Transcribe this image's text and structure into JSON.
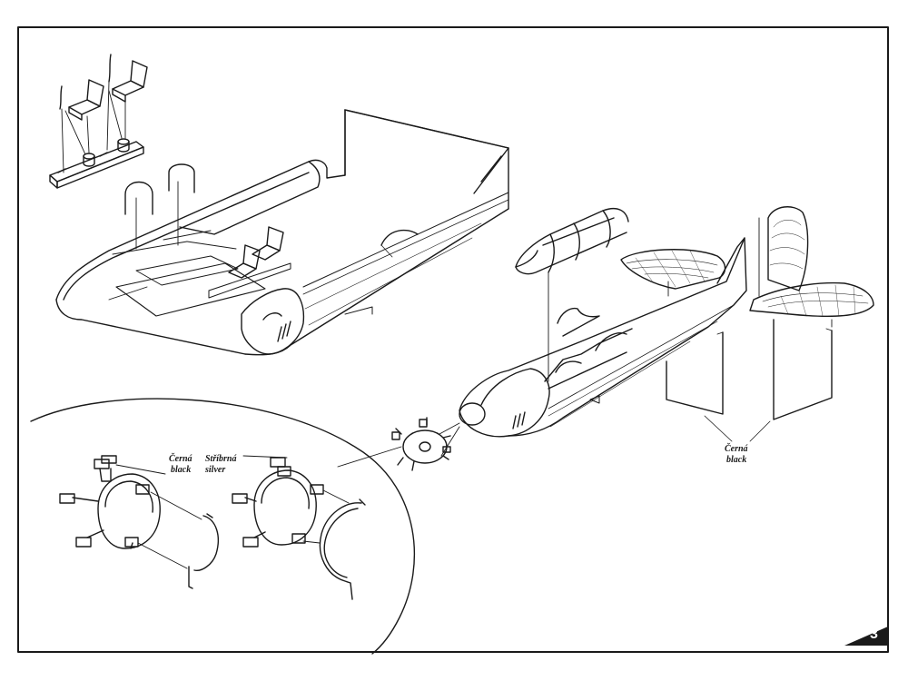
{
  "labels": {
    "engine_left": {
      "cz": "Černá",
      "en": "black"
    },
    "engine_right": {
      "cz": "Stříbrná",
      "en": "silver"
    },
    "tail_panels": {
      "cz": "Černá",
      "en": "black"
    }
  },
  "page_number": "3",
  "colors": {
    "line": "#1a1a1a",
    "paper": "#ffffff",
    "corner_tab": "#1a1a1a"
  }
}
